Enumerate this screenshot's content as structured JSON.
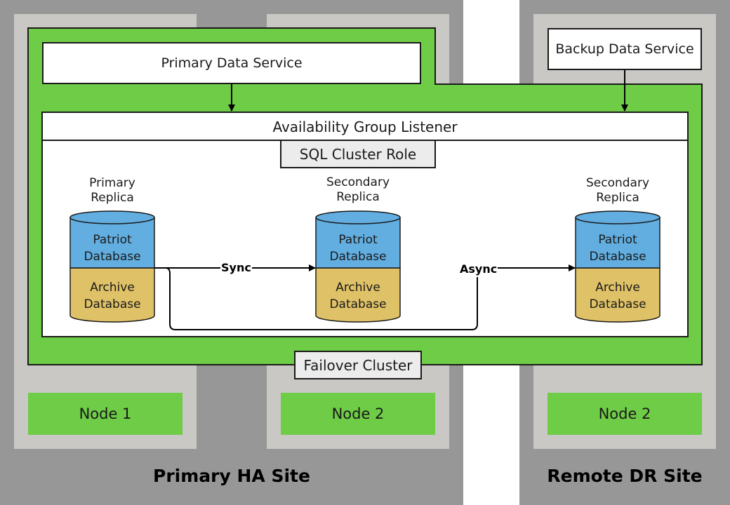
{
  "sites": {
    "primary": {
      "label": "Primary HA Site"
    },
    "remote": {
      "label": "Remote DR Site"
    }
  },
  "nodes": [
    {
      "label": "Node 1"
    },
    {
      "label": "Node 2"
    },
    {
      "label": "Node 2"
    }
  ],
  "services": {
    "primary": "Primary Data Service",
    "backup": "Backup Data Service"
  },
  "listener": "Availability Group Listener",
  "cluster_role": "SQL Cluster Role",
  "failover_cluster": "Failover Cluster",
  "replicas": [
    {
      "role_line1": "Primary",
      "role_line2": "Replica",
      "db_top_1": "Patriot",
      "db_top_2": "Database",
      "db_bottom_1": "Archive",
      "db_bottom_2": "Database"
    },
    {
      "role_line1": "Secondary",
      "role_line2": "Replica",
      "db_top_1": "Patriot",
      "db_top_2": "Database",
      "db_bottom_1": "Archive",
      "db_bottom_2": "Database"
    },
    {
      "role_line1": "Secondary",
      "role_line2": "Replica",
      "db_top_1": "Patriot",
      "db_top_2": "Database",
      "db_bottom_1": "Archive",
      "db_bottom_2": "Database"
    }
  ],
  "flows": {
    "sync": "Sync",
    "async": "Async"
  },
  "colors": {
    "site_background": "#979797",
    "node_column": "#c9c8c5",
    "cluster_green": "#6fcc47",
    "db_blue": "#62aee0",
    "db_gold": "#dfc167"
  }
}
